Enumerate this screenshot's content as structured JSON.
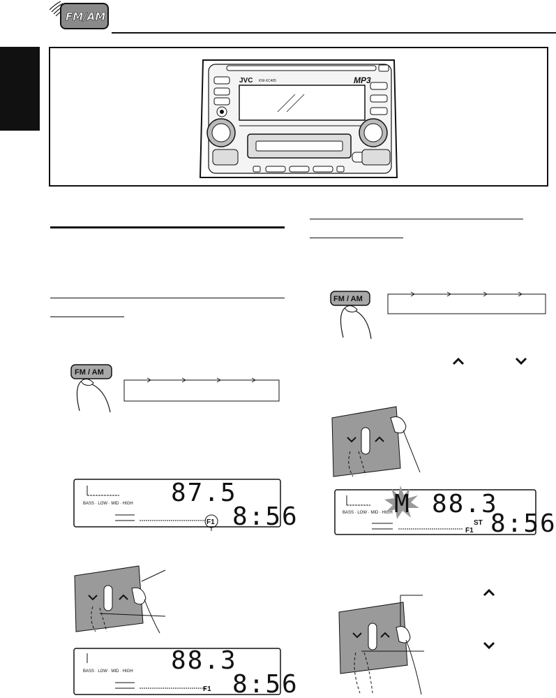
{
  "header": {
    "badge_text": "FM/AM"
  },
  "stereo": {
    "brand": "JVC",
    "model": "KW-XC405",
    "format": "MP3"
  },
  "controls": {
    "fm_am_label": "FM / AM"
  },
  "displays": {
    "left_top": {
      "frequency": "87.5",
      "clock": "8:56",
      "preset": "F1"
    },
    "left_bottom": {
      "frequency": "88.3",
      "clock": "8:56",
      "preset": "F1"
    },
    "right_top": {
      "memory_flag": "M",
      "frequency": "88.3",
      "clock": "8:56",
      "stereo": "ST",
      "preset": "F1"
    }
  },
  "colors": {
    "frame": "#111111",
    "badge_fill": "#8a8a8a",
    "button_fill": "#a8a8a8",
    "device_fill": "#a0a0a0",
    "sidebar_tab": "#111111"
  },
  "icons": [
    "fm-am-badge-icon",
    "finger-icon",
    "arrow-right-icon",
    "up-chevron-icon",
    "down-chevron-icon",
    "radio-wave-icon",
    "blink-burst-icon"
  ]
}
